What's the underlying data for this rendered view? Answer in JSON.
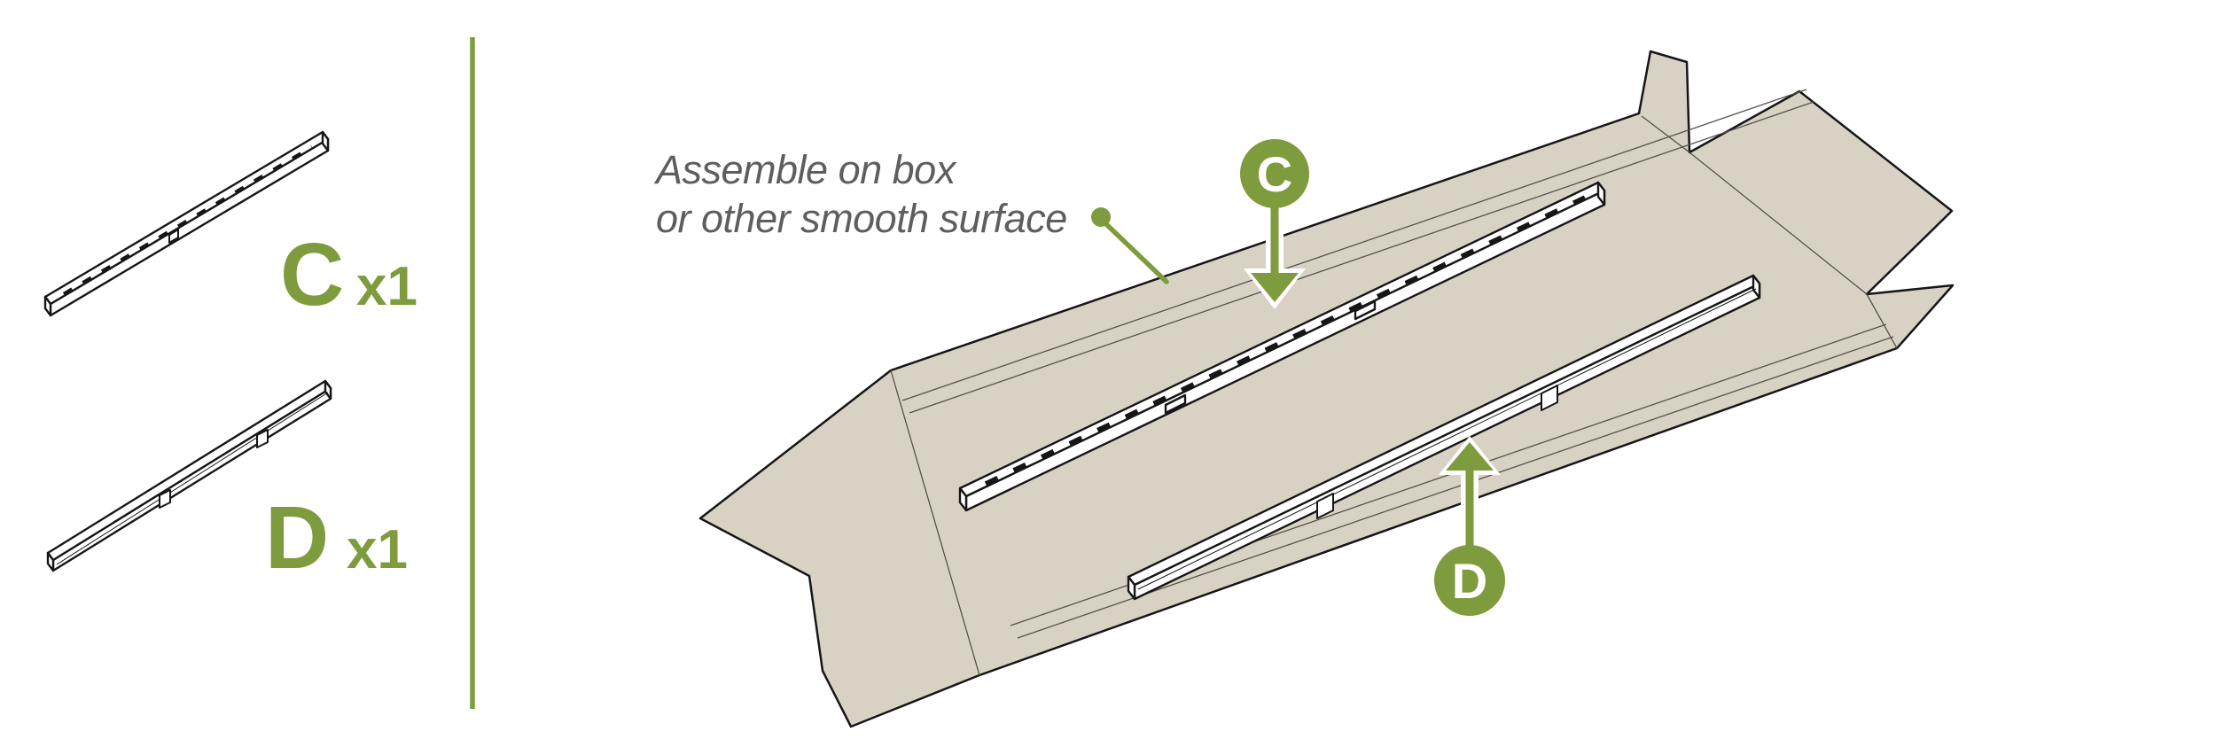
{
  "parts_panel": {
    "parts": [
      {
        "letter": "C",
        "qty": "x1"
      },
      {
        "letter": "D",
        "qty": "x1"
      }
    ]
  },
  "note": {
    "line1": "Assemble on box",
    "line2": "or other smooth surface"
  },
  "callouts": {
    "c": {
      "label": "C"
    },
    "d": {
      "label": "D"
    }
  },
  "colors": {
    "accent_olive": "#7e9b3d",
    "cardboard": "#d8d2c5",
    "outline_ink": "#161616",
    "note_gray": "#5e5e5e",
    "background": "#ffffff"
  }
}
